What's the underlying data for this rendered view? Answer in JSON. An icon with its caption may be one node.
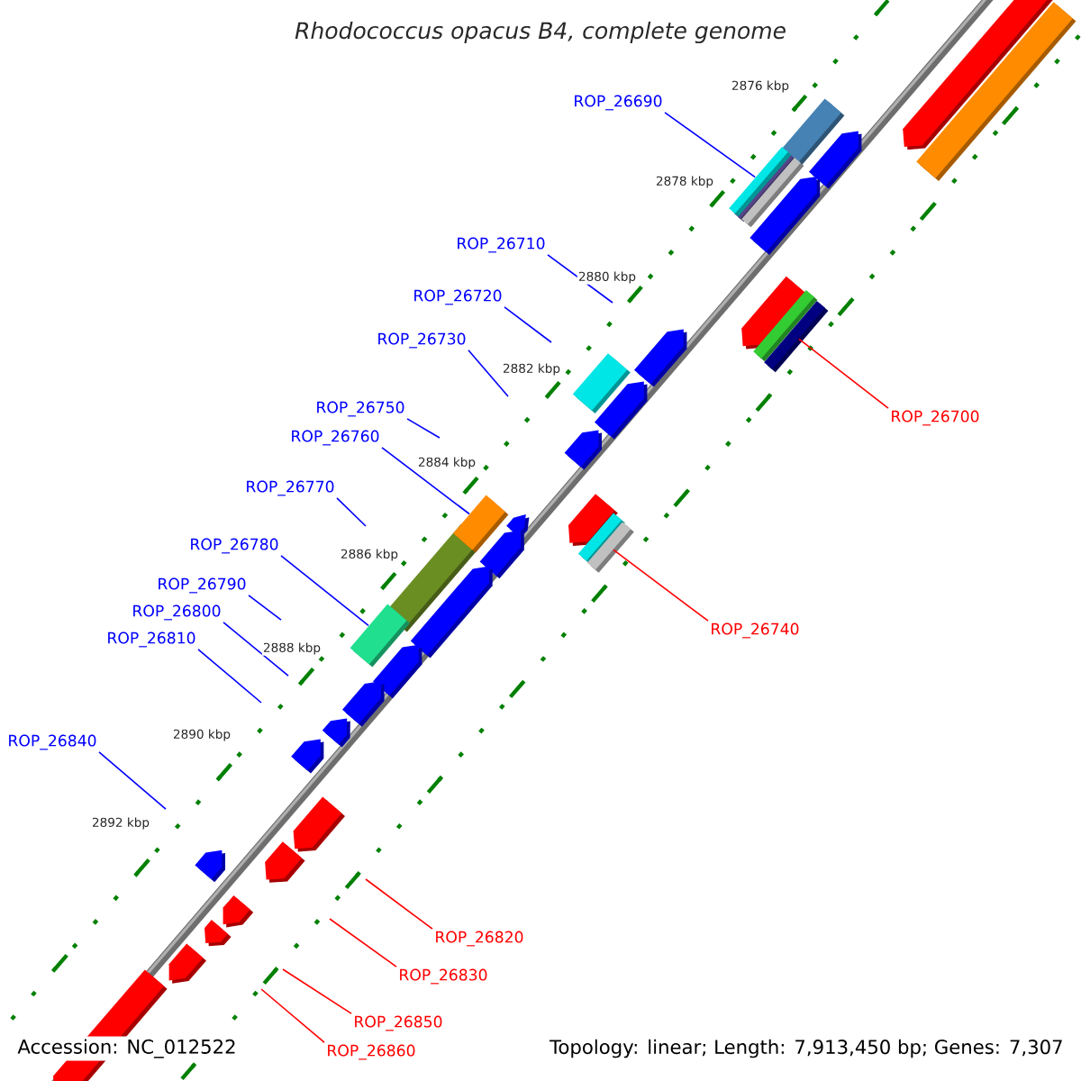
{
  "diagram": {
    "title": "Rhodococcus opacus B4, complete genome",
    "nodes": [
      {
        "text": [
          "ROP_26690"
        ]
      },
      {
        "text": [
          "ROP_26710"
        ]
      },
      {
        "text": [
          "ROP_26720"
        ]
      },
      {
        "text": [
          "ROP_26730"
        ]
      },
      {
        "text": [
          "ROP_26700"
        ]
      },
      {
        "text": [
          "ROP_26750"
        ]
      },
      {
        "text": [
          "ROP_26760"
        ]
      },
      {
        "text": [
          "ROP_26770"
        ]
      },
      {
        "text": [
          "ROP_26780"
        ]
      },
      {
        "text": [
          "ROP_26790"
        ]
      },
      {
        "text": [
          "ROP_26800"
        ]
      },
      {
        "text": [
          "ROP_26740"
        ]
      },
      {
        "text": [
          "ROP_26810"
        ]
      },
      {
        "text": [
          "ROP_26840"
        ]
      },
      {
        "text": [
          "ROP_26820"
        ]
      },
      {
        "text": [
          "ROP_26830"
        ]
      },
      {
        "text": [
          "ROP_26850"
        ]
      },
      {
        "text": [
          "ROP_26860"
        ]
      },
      {
        "text": [],
        "shape": "bar"
      },
      {
        "text": [],
        "shape": "bar"
      },
      {
        "text": [],
        "shape": "bar"
      },
      {
        "text": [],
        "shape": "bar"
      },
      {
        "text": [],
        "shape": "bar"
      }
    ],
    "edges": [
      {
        "from": 0,
        "to": 18,
        "arrow": "none"
      },
      {
        "from": 1,
        "to": null,
        "arrow": "none"
      },
      {
        "from": 2,
        "to": null,
        "arrow": "none"
      },
      {
        "from": 3,
        "to": null,
        "arrow": "none"
      },
      {
        "from": 4,
        "to": 19,
        "arrow": "none",
        "color": "#ff0000"
      },
      {
        "from": 5,
        "to": null,
        "arrow": "none"
      },
      {
        "from": 6,
        "to": 20,
        "arrow": "none"
      },
      {
        "from": 7,
        "to": null,
        "arrow": "none"
      },
      {
        "from": 8,
        "to": 22,
        "arrow": "none"
      },
      {
        "from": 9,
        "to": null,
        "arrow": "none"
      },
      {
        "from": 10,
        "to": null,
        "arrow": "none"
      },
      {
        "from": 11,
        "to": 21,
        "arrow": "none",
        "color": "#ff0000"
      },
      {
        "from": 12,
        "to": null,
        "arrow": "none"
      },
      {
        "from": 13,
        "to": null,
        "arrow": "none"
      },
      {
        "from": 14,
        "to": null,
        "arrow": "none",
        "color": "#ff0000"
      },
      {
        "from": 15,
        "to": null,
        "arrow": "none",
        "color": "#ff0000"
      },
      {
        "from": 16,
        "to": null,
        "arrow": "none",
        "color": "#ff0000"
      },
      {
        "from": 17,
        "to": null,
        "arrow": "none",
        "color": "#ff0000"
      }
    ],
    "labels": [
      "2876 kbp",
      "2878 kbp",
      "2880 kbp",
      "2882 kbp",
      "2884 kbp",
      "2886 kbp",
      "2888 kbp",
      "2890 kbp",
      "2892 kbp",
      "Accession: NC_012522",
      "Topology: linear; Length: 7,913,450 bp; Genes: 7,307"
    ]
  }
}
